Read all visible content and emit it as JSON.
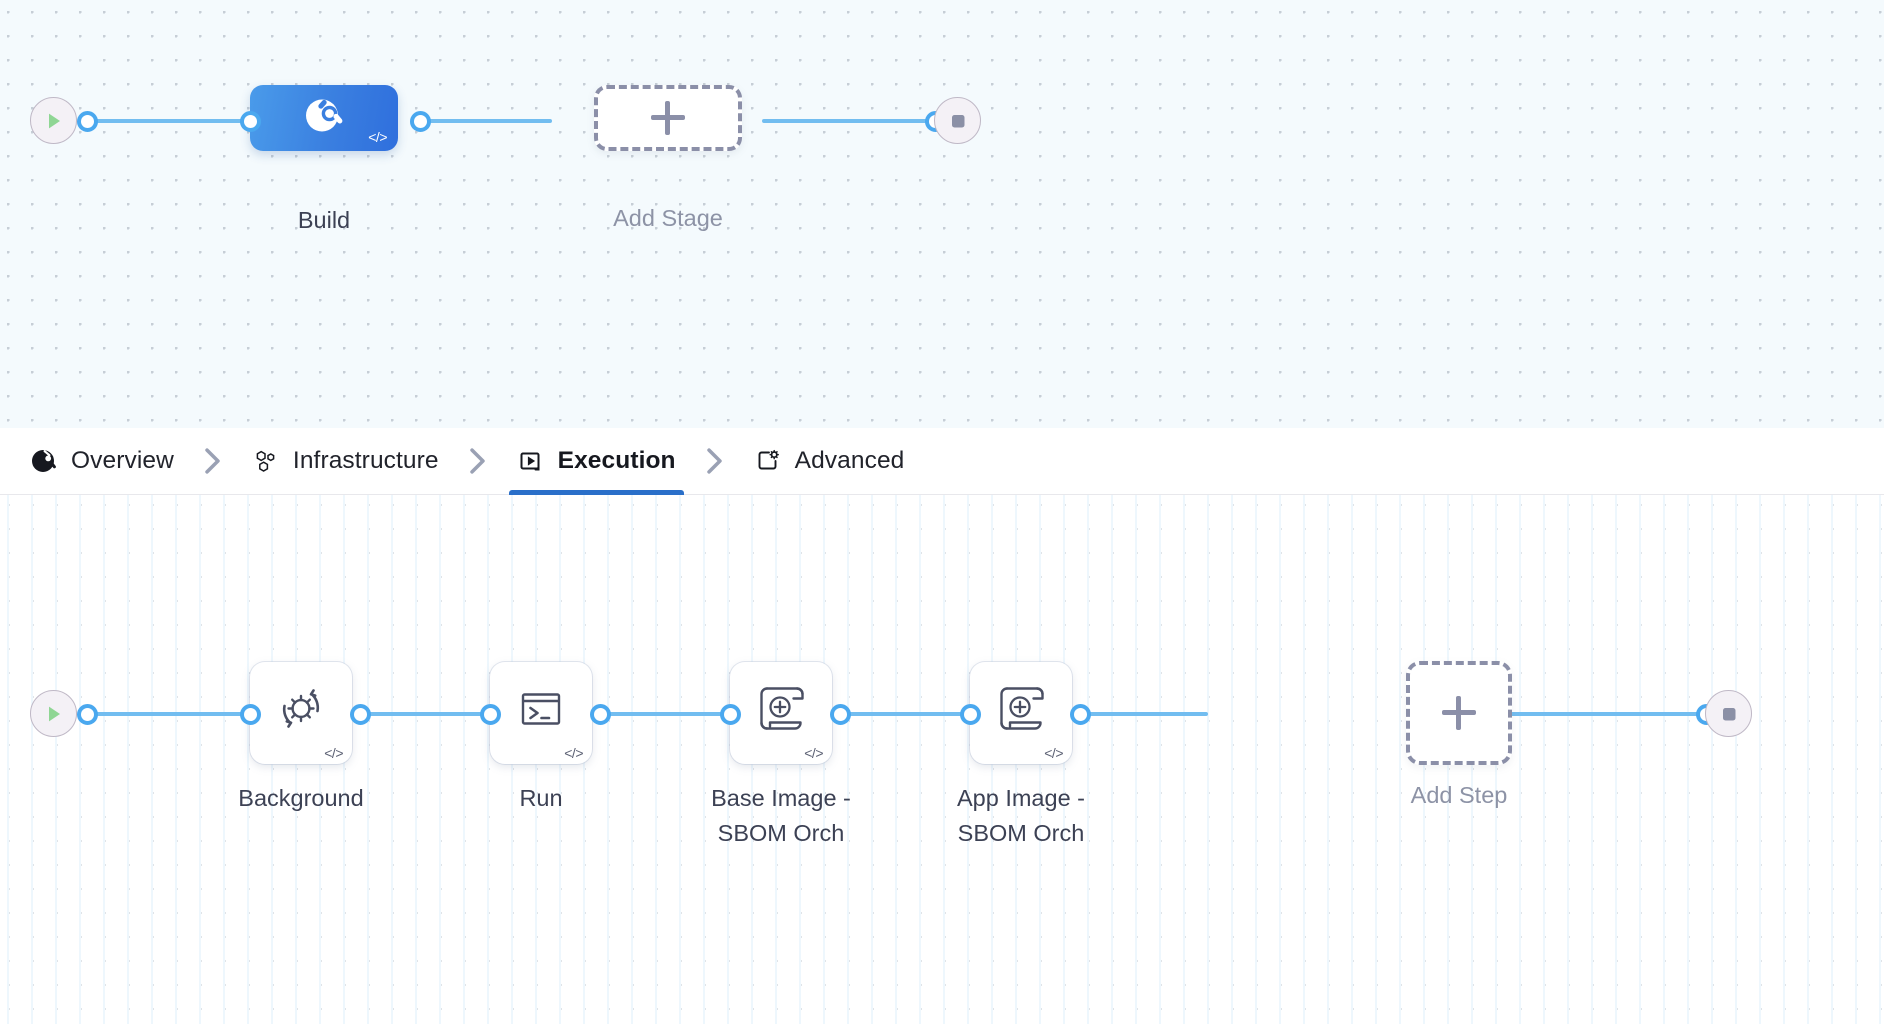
{
  "colors": {
    "accent_blue": "#2a6fc9",
    "wire_blue": "#72bdf0",
    "knob_blue": "#4aa8ef",
    "stage_node_blue": "#3a7fe0",
    "dashed_gray": "#8b8fa8",
    "canvas_top_bg": "#f4fafd",
    "canvas_bottom_bg": "#ffffff",
    "label_text": "#3c4154",
    "start_play_green": "#8fd694",
    "stop_square_gray": "#8b90a6"
  },
  "stage_canvas": {
    "name": "pipeline-stage-canvas",
    "start_node": {
      "icon": "play-icon",
      "label": ""
    },
    "stage": {
      "label": "Build",
      "icon": "harness-build-icon",
      "badge": "</>"
    },
    "add_stage": {
      "label": "Add Stage",
      "icon": "plus-icon"
    },
    "end_node": {
      "icon": "stop-square-icon",
      "label": ""
    }
  },
  "tabs": {
    "items": [
      {
        "label": "Overview",
        "icon": "overview-pie-icon",
        "active": false
      },
      {
        "label": "Infrastructure",
        "icon": "hexagon-cluster-icon",
        "active": false
      },
      {
        "label": "Execution",
        "icon": "execution-play-box-icon",
        "active": true
      },
      {
        "label": "Advanced",
        "icon": "advanced-gear-box-icon",
        "active": false
      }
    ],
    "separator_icon": "chevron-right-icon"
  },
  "step_canvas": {
    "name": "pipeline-step-canvas",
    "start_node": {
      "icon": "play-icon"
    },
    "steps": [
      {
        "label": "Background",
        "icon": "gear-refresh-icon",
        "badge": "</>"
      },
      {
        "label": "Run",
        "icon": "terminal-icon",
        "badge": "</>"
      },
      {
        "label": "Base Image -\nSBOM Orch",
        "icon": "sbom-scroll-plus-icon",
        "badge": "</>"
      },
      {
        "label": "App Image -\nSBOM Orch",
        "icon": "sbom-scroll-plus-icon",
        "badge": "</>"
      }
    ],
    "add_step": {
      "label": "Add Step",
      "icon": "plus-icon"
    },
    "end_node": {
      "icon": "stop-square-icon"
    }
  }
}
